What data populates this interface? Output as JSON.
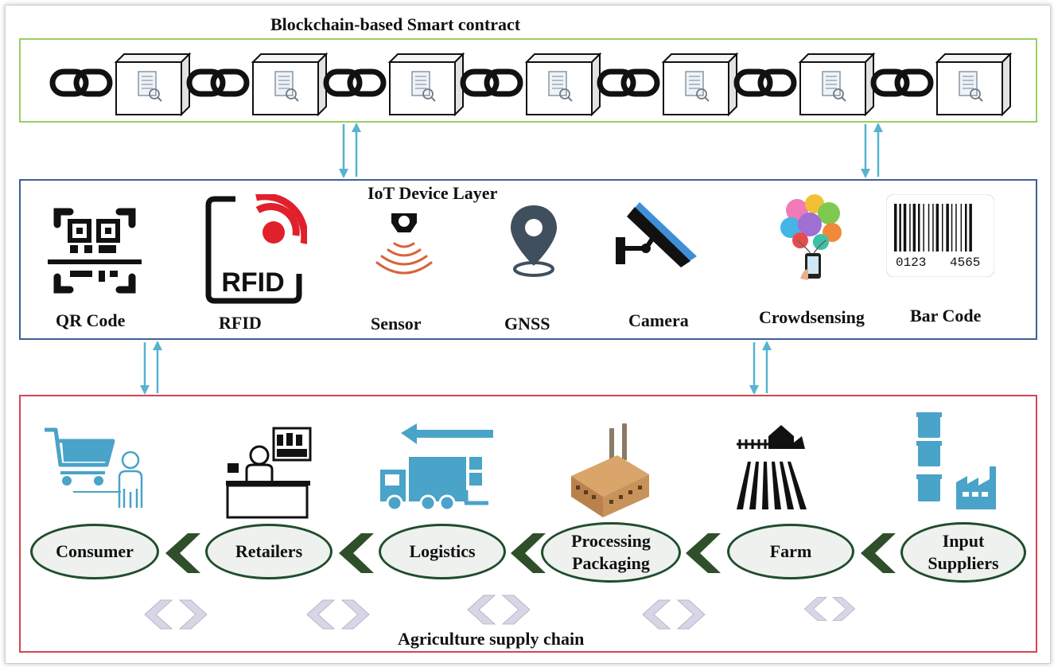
{
  "blockchain": {
    "title": "Blockchain-based Smart contract",
    "block_count": 7
  },
  "iot": {
    "title": "IoT Device Layer",
    "devices": [
      {
        "name": "QR Code",
        "icon": "qr-code-icon"
      },
      {
        "name": "RFID",
        "icon": "rfid-icon"
      },
      {
        "name": "Sensor",
        "icon": "sensor-icon"
      },
      {
        "name": "GNSS",
        "icon": "location-pin-icon"
      },
      {
        "name": "Camera",
        "icon": "cctv-camera-icon"
      },
      {
        "name": "Crowdsensing",
        "icon": "crowdsensing-icon"
      },
      {
        "name": "Bar Code",
        "icon": "barcode-icon"
      }
    ],
    "rfid_text": "RFID",
    "barcode_left": "0123",
    "barcode_right": "4565"
  },
  "supply_chain": {
    "title": "Agriculture supply chain",
    "stages": [
      {
        "line1": "Consumer",
        "line2": ""
      },
      {
        "line1": "Retailers",
        "line2": ""
      },
      {
        "line1": "Logistics",
        "line2": ""
      },
      {
        "line1": "Processing",
        "line2": "Packaging"
      },
      {
        "line1": "Farm",
        "line2": ""
      },
      {
        "line1": "Input",
        "line2": "Suppliers"
      }
    ]
  },
  "colors": {
    "blockchain_border": "#98cf5f",
    "iot_border": "#3e5f96",
    "supply_border": "#d64550",
    "arrow": "#57b3d0",
    "chevron": "#2f4f2a",
    "icon_blue": "#4aa3c8"
  }
}
